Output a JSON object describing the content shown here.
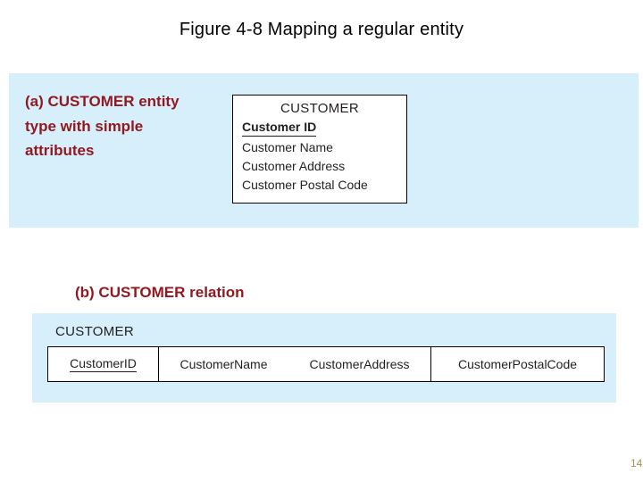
{
  "slide": {
    "title": "Figure 4-8 Mapping a regular entity",
    "page_number": "14",
    "accent_color": "#92181f",
    "panel_color": "#d7eefb",
    "page_number_color": "#9e9456"
  },
  "panel_a": {
    "caption": "(a) CUSTOMER entity type with simple attributes",
    "entity": {
      "name": "CUSTOMER",
      "attributes": [
        {
          "label": "Customer ID",
          "primary_key": true
        },
        {
          "label": "Customer Name",
          "primary_key": false
        },
        {
          "label": "Customer Address",
          "primary_key": false
        },
        {
          "label": "Customer Postal Code",
          "primary_key": false
        }
      ]
    }
  },
  "panel_b": {
    "caption": "(b) CUSTOMER relation",
    "relation": {
      "name": "CUSTOMER",
      "columns": [
        {
          "label": "CustomerID",
          "primary_key": true
        },
        {
          "label": "CustomerName",
          "primary_key": false
        },
        {
          "label": "CustomerAddress",
          "primary_key": false
        },
        {
          "label": "CustomerPostalCode",
          "primary_key": false
        }
      ]
    }
  }
}
